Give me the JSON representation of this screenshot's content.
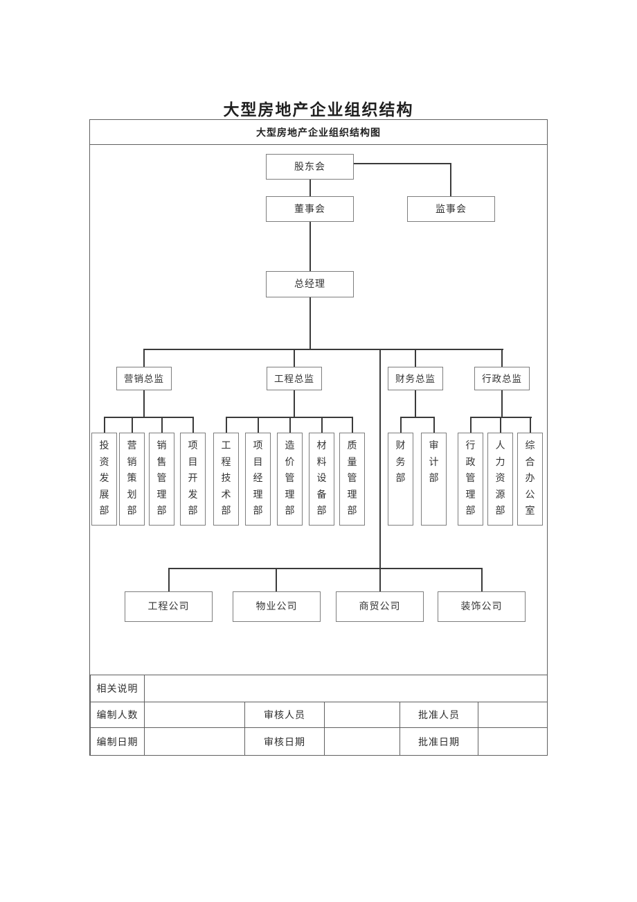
{
  "page_title": "大型房地产企业组织结构",
  "sheet": {
    "header": "大型房地产企业组织结构图"
  },
  "org": {
    "shareholders": "股东会",
    "board": "董事会",
    "supervisory": "监事会",
    "general_manager": "总经理",
    "directors": [
      {
        "label": "营销总监",
        "departments": [
          "投资发展部",
          "营销策划部",
          "销售管理部",
          "项目开发部"
        ]
      },
      {
        "label": "工程总监",
        "departments": [
          "工程技术部",
          "项目经理部",
          "造价管理部",
          "材料设备部",
          "质量管理部"
        ]
      },
      {
        "label": "财务总监",
        "departments": [
          "财务部",
          "审计部"
        ]
      },
      {
        "label": "行政总监",
        "departments": [
          "行政管理部",
          "人力资源部",
          "综合办公室"
        ]
      }
    ],
    "companies": [
      "工程公司",
      "物业公司",
      "商贸公司",
      "装饰公司"
    ]
  },
  "table": {
    "notes_label": "相关说明",
    "notes_value": "",
    "rows": [
      {
        "cells": [
          {
            "label": "编制人数",
            "value": ""
          },
          {
            "label": "审核人员",
            "value": ""
          },
          {
            "label": "批准人员",
            "value": ""
          }
        ]
      },
      {
        "cells": [
          {
            "label": "编制日期",
            "value": ""
          },
          {
            "label": "审核日期",
            "value": ""
          },
          {
            "label": "批准日期",
            "value": ""
          }
        ]
      }
    ]
  },
  "colors": {
    "connector_line": "#3a3a3a",
    "box_border": "#7d7d7d",
    "table_border": "#5f5f5f",
    "text": "#2e2e2e",
    "background": "#ffffff"
  }
}
